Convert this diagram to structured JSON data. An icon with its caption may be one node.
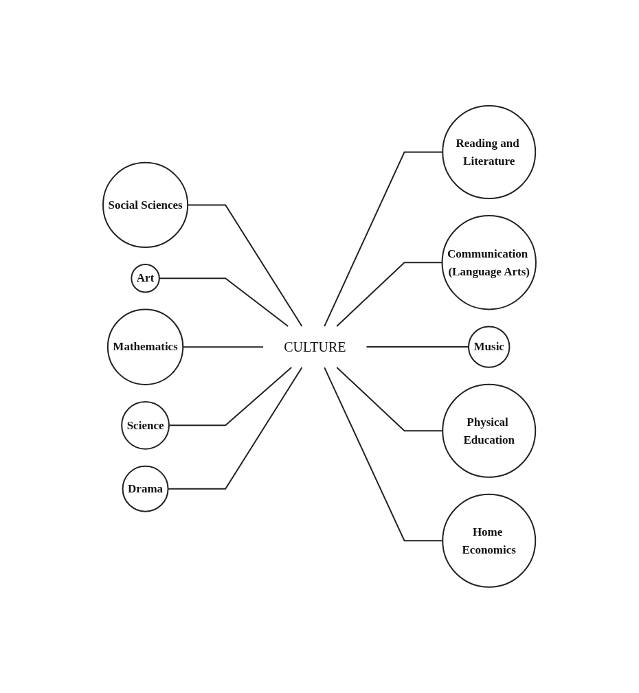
{
  "diagram": {
    "nodes": [
      {
        "text": [
          "Social Sciences"
        ]
      },
      {
        "text": [
          "Art"
        ]
      },
      {
        "text": [
          "Reading and Literature"
        ]
      },
      {
        "text": [
          "Mathematics"
        ]
      },
      {
        "text": [
          "Communication (Language Arts)"
        ]
      },
      {
        "text": [
          "CULTURE"
        ]
      },
      {
        "text": [
          "Science"
        ]
      },
      {
        "text": [
          "Music"
        ]
      },
      {
        "text": [
          "Drama"
        ]
      },
      {
        "text": [
          "Physical Education"
        ]
      },
      {
        "text": [
          "Home Economics"
        ]
      }
    ],
    "edges": [
      {
        "from": 0,
        "to": 5,
        "arrow": "none"
      },
      {
        "from": 1,
        "to": 5,
        "arrow": "none"
      },
      {
        "from": 3,
        "to": 5,
        "arrow": "none"
      },
      {
        "from": 6,
        "to": 5,
        "arrow": "none"
      },
      {
        "from": 8,
        "to": 5,
        "arrow": "none"
      },
      {
        "from": 5,
        "to": 2,
        "arrow": "none"
      },
      {
        "from": 5,
        "to": 4,
        "arrow": "none"
      },
      {
        "from": 5,
        "to": 7,
        "arrow": "none"
      },
      {
        "from": 5,
        "to": 9,
        "arrow": "none"
      },
      {
        "from": 5,
        "to": 10,
        "arrow": "none"
      }
    ]
  }
}
